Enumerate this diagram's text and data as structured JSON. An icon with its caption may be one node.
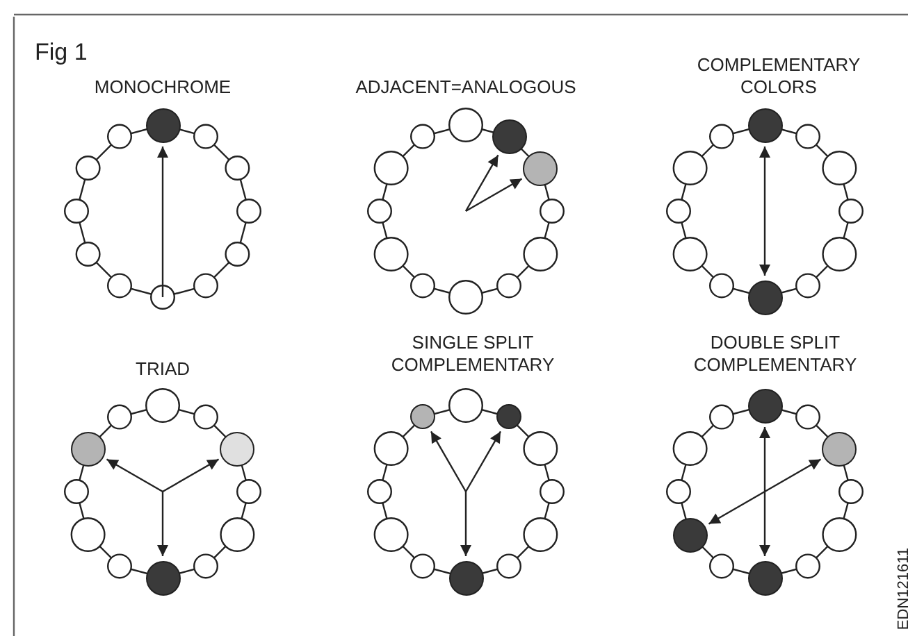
{
  "diagram": {
    "nodes": [
      {
        "text": [],
        "shape": "circle"
      },
      {
        "text": [],
        "shape": "circle"
      },
      {
        "text": [],
        "shape": "circle"
      },
      {
        "text": [],
        "shape": "circle"
      },
      {
        "text": [],
        "shape": "circle"
      },
      {
        "text": [],
        "shape": "circle"
      },
      {
        "text": [],
        "shape": "circle"
      },
      {
        "text": [],
        "shape": "circle"
      },
      {
        "text": [],
        "shape": "circle"
      },
      {
        "text": [],
        "shape": "circle"
      },
      {
        "text": [],
        "shape": "circle"
      },
      {
        "text": [],
        "shape": "circle"
      },
      {
        "text": [],
        "shape": "circle"
      },
      {
        "text": [],
        "shape": "circle"
      },
      {
        "text": [],
        "shape": "circle"
      }
    ],
    "edges": [
      {
        "from": null,
        "to": 0,
        "arrow": "to"
      },
      {
        "from": null,
        "to": 1,
        "arrow": "to"
      },
      {
        "from": null,
        "to": 2,
        "arrow": "to"
      },
      {
        "from": 3,
        "to": 4,
        "arrow": "both"
      },
      {
        "from": null,
        "to": 5,
        "arrow": "to"
      },
      {
        "from": null,
        "to": 6,
        "arrow": "to"
      },
      {
        "from": null,
        "to": 7,
        "arrow": "to"
      },
      {
        "from": null,
        "to": 8,
        "arrow": "to"
      },
      {
        "from": null,
        "to": 9,
        "arrow": "to"
      },
      {
        "from": null,
        "to": 10,
        "arrow": "to"
      },
      {
        "from": 11,
        "to": 14,
        "arrow": "both"
      },
      {
        "from": 13,
        "to": 12,
        "arrow": "both"
      }
    ],
    "labels": [
      "Fig 1",
      "MONOCHROME",
      "ADJACENT=ANALOGOUS",
      "COMPLEMENTARY COLORS",
      "TRIAD",
      "SINGLE SPLIT COMPLEMENTARY",
      "DOUBLE SPLIT COMPLEMENTARY",
      "EDN121611"
    ]
  }
}
